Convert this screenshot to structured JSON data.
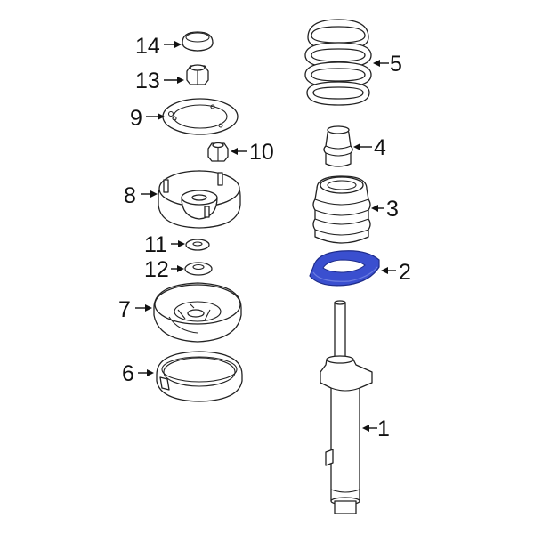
{
  "highlight_color": "#3a4fcf",
  "callouts": {
    "c1": "1",
    "c2": "2",
    "c3": "3",
    "c4": "4",
    "c5": "5",
    "c6": "6",
    "c7": "7",
    "c8": "8",
    "c9": "9",
    "c10": "10",
    "c11": "11",
    "c12": "12",
    "c13": "13",
    "c14": "14"
  },
  "highlighted_part": "2"
}
